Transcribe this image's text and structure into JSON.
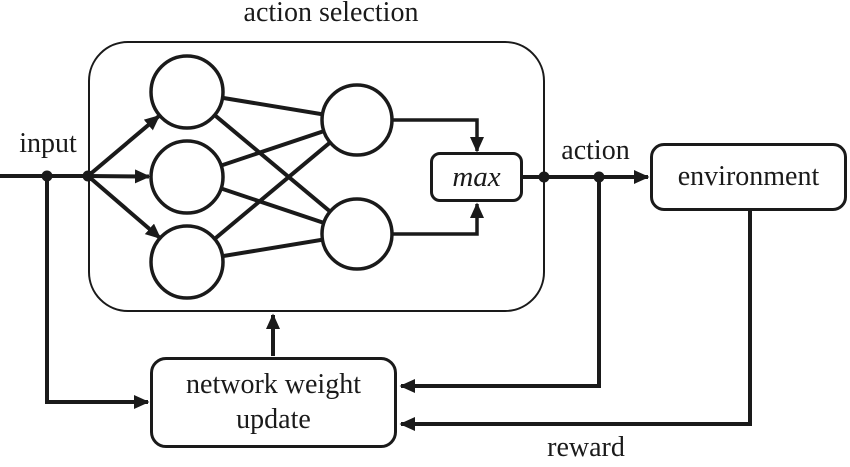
{
  "diagram": {
    "type": "flow-diagram",
    "title": "action selection",
    "labels": {
      "input": "input",
      "action": "action",
      "reward": "reward"
    },
    "boxes": {
      "max": "max",
      "environment": "environment",
      "network_weight_update": "network weight update"
    },
    "network": {
      "input_nodes": 3,
      "output_nodes": 2
    },
    "colors": {
      "ink": "#1a1a1a",
      "background": "#ffffff"
    }
  }
}
